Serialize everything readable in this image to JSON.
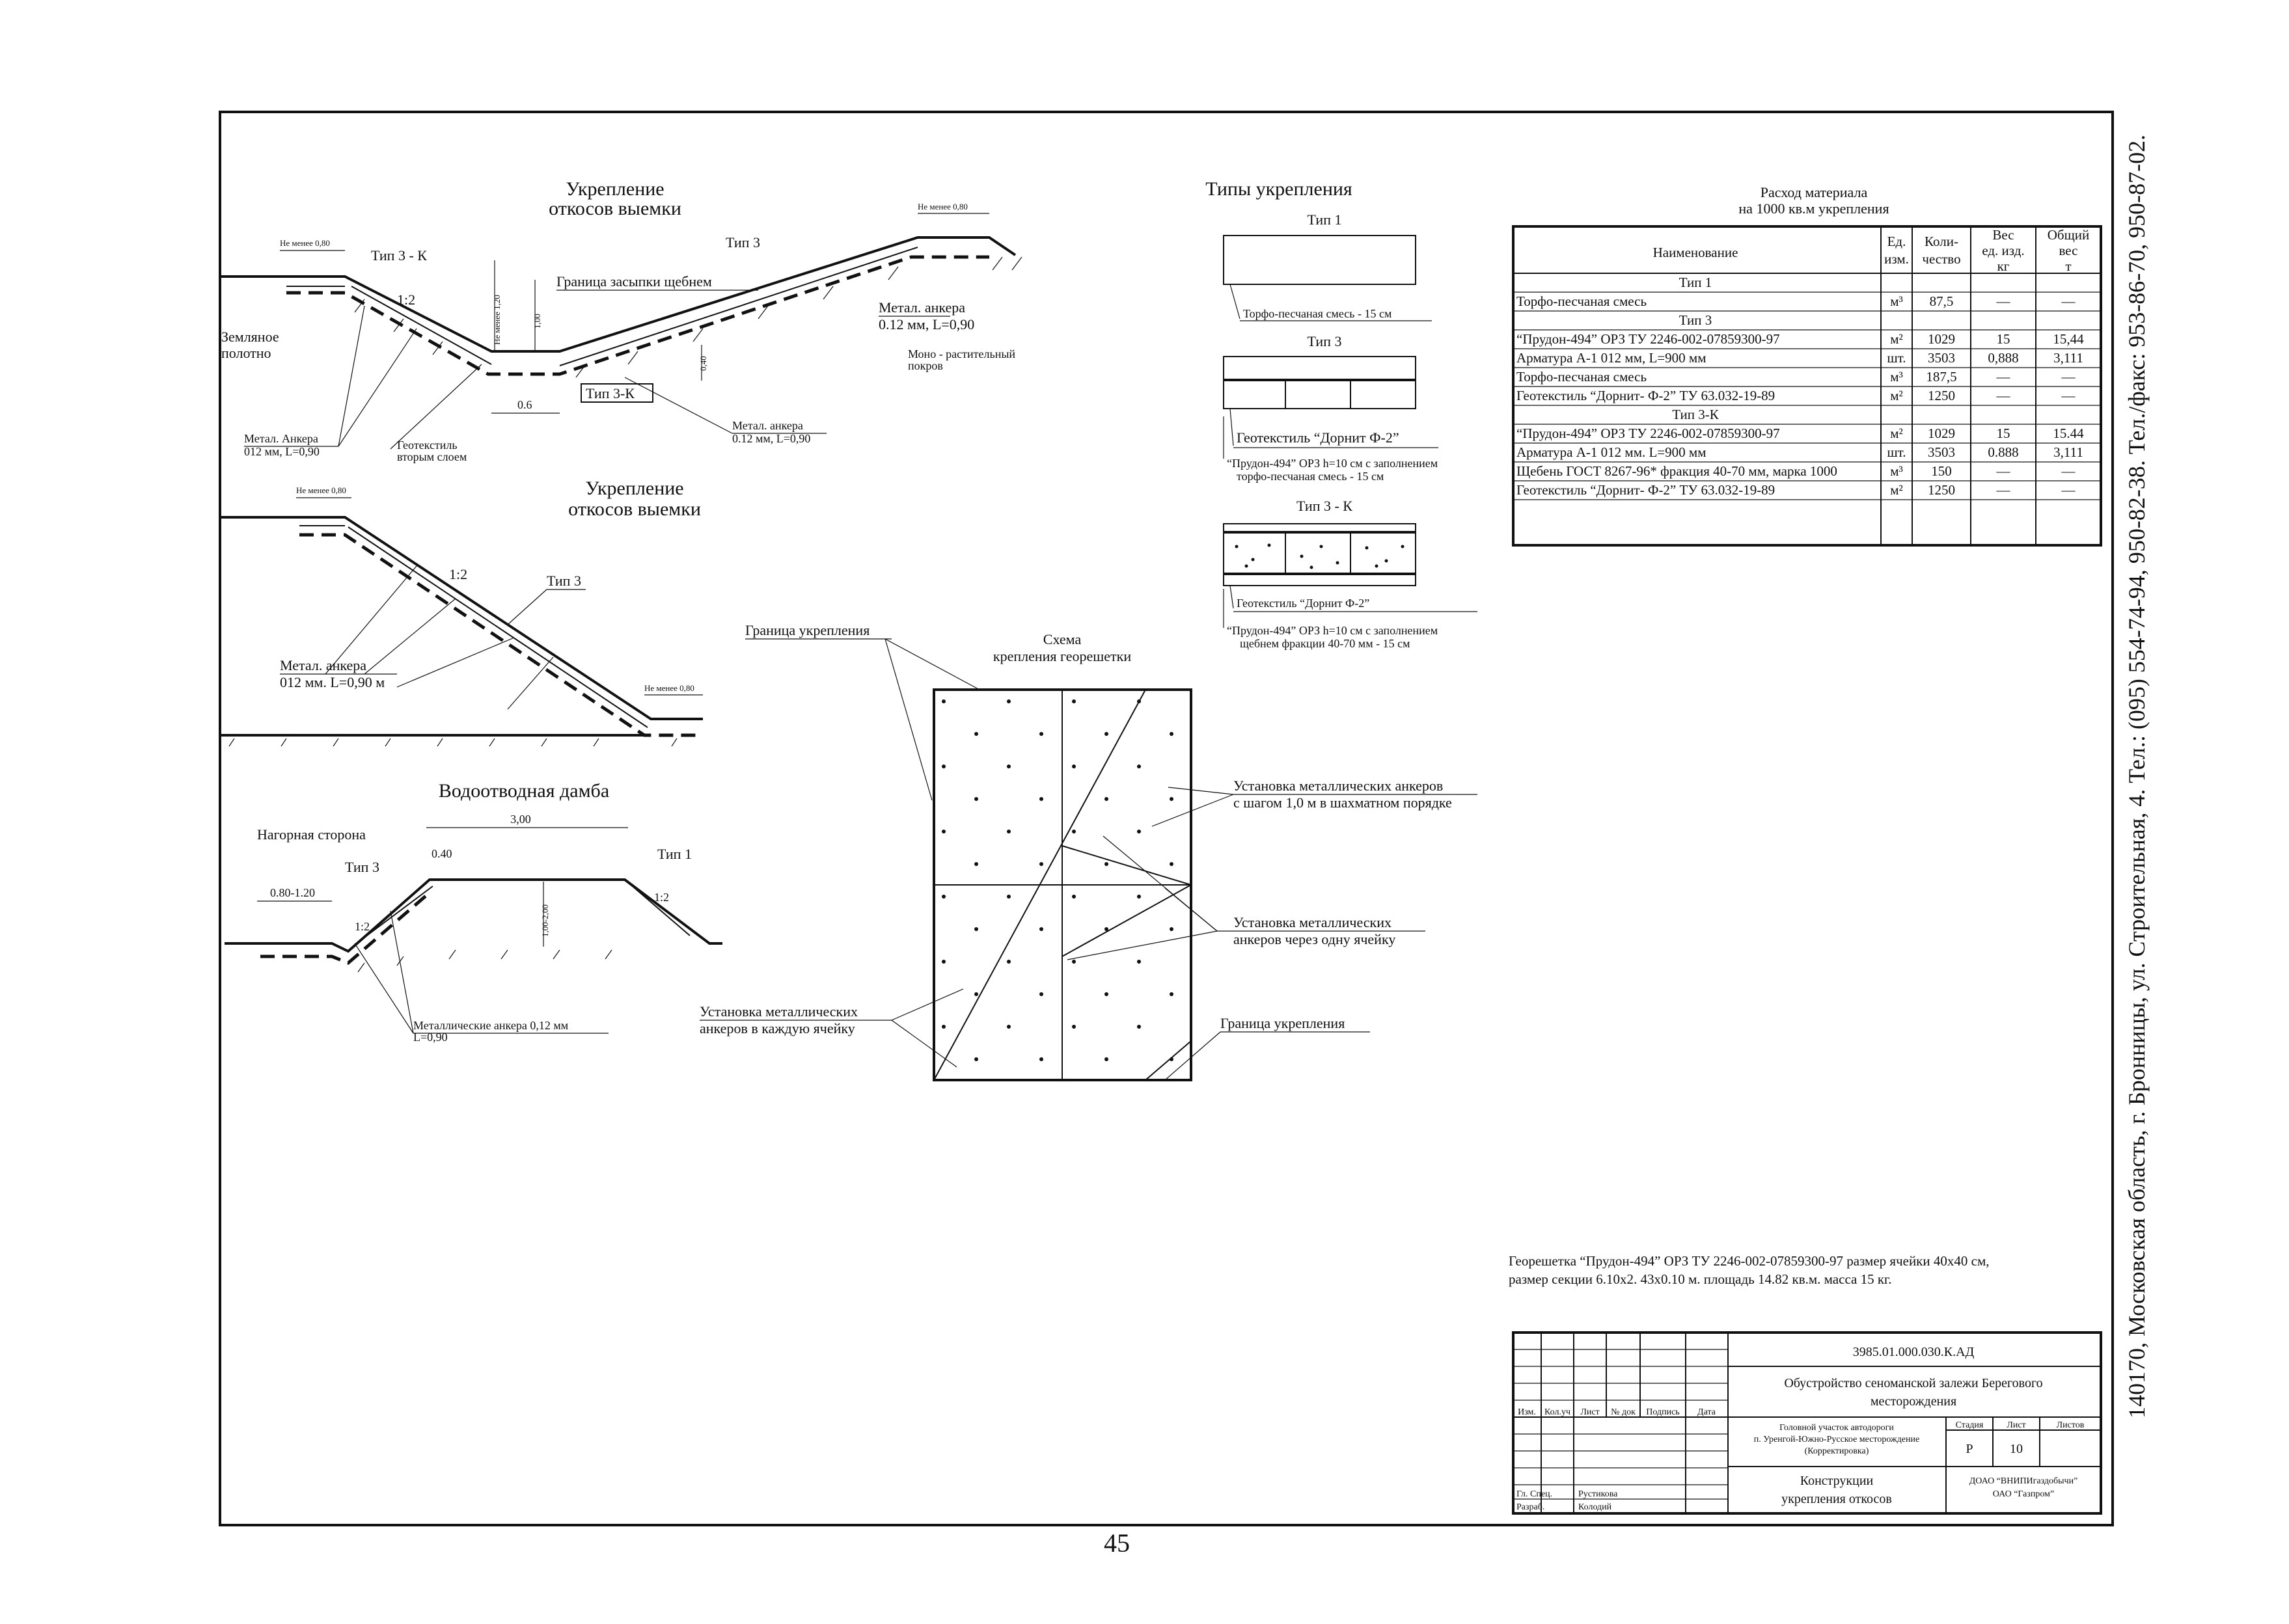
{
  "sheet": {
    "page_number": "45",
    "side_address": "140170, Московская область, г. Бронницы, ул. Строительная, 4. Тел.: (095) 554-74-94, 950-82-38. Тел./факс: 953-86-70, 950-87-02.",
    "footnote_line1": "Георешетка “Прудон-494” ОРЗ ТУ 2246-002-07859300-97 размер ячейки  40х40 см,",
    "footnote_line2": "размер секции 6.10х2. 43х0.10 м. площадь 14.82 кв.м.  масса 15 кг."
  },
  "section1": {
    "title1": "Укрепление",
    "title2": "откосов  выемки",
    "min080_left": "Не менее 0,80",
    "min080_right": "Не менее 0,80",
    "type3k": "Тип 3 - К",
    "type3": "Тип 3",
    "boundary_fill": "Граница засыпки щебнем",
    "slope": "1:2",
    "earth1": "Земляное",
    "earth2": "полотно",
    "dim_120": "Не менее 1,20",
    "dim_100": "1,00",
    "dim_040": "0,40",
    "dim_06": "0.6",
    "type3k_bottom": "Тип 3-К",
    "anchor_left1": "Метал. Анкера",
    "anchor_left2": "012 мм, L=0,90",
    "geotex1": "Геотекстиль",
    "geotex2": "вторым слоем",
    "anchor_mid1": "Метал. анкера",
    "anchor_mid2": "0.12 мм, L=0,90",
    "anchor_right1": "Метал. анкера",
    "anchor_right2": "0.12 мм, L=0,90",
    "mono1": "Моно - растительный",
    "mono2": "покров"
  },
  "section2": {
    "title1": "Укрепление",
    "title2": "откосов  выемки",
    "min080_top": "Не менее 0,80",
    "min080_bottom": "Не менее 0,80",
    "slope": "1:2",
    "type3": "Тип 3",
    "anchor1": "Метал. анкера",
    "anchor2": "012 мм. L=0,90 м"
  },
  "section3": {
    "title": "Водоотводная  дамба",
    "upland": "Нагорная сторона",
    "dim_300": "3,00",
    "dim_040": "0.40",
    "dim_080_120": "0.80-1.20",
    "dim_height": "1,00-2,00",
    "type3": "Тип 3",
    "type1": "Тип 1",
    "slope_left": "1:2",
    "slope_right": "1:2",
    "anchor1": "Металлические анкера 0,12 мм",
    "anchor2": "L=0,90"
  },
  "types": {
    "title": "Типы укрепления",
    "t1": "Тип 1",
    "t1_note": "Торфо-песчаная смесь - 15 см",
    "t3": "Тип  3",
    "t3_geo": "Геотекстиль  “Дорнит  Ф-2”",
    "t3_note1": "“Прудон-494”  ОРЗ   h=10 см с заполнением",
    "t3_note2": "торфо-песчаная смесь - 15 см",
    "t3k": "Тип  3 - К",
    "t3k_geo": "Геотекстиль  “Дорнит  Ф-2”",
    "t3k_note1": "“Прудон-494”  ОРЗ   h=10 см с заполнением",
    "t3k_note2": "щебнем фракции 40-70 мм - 15 см"
  },
  "scheme": {
    "title1": "Схема",
    "title2": "крепления георешетки",
    "boundary_top": "Граница укрепления",
    "boundary_bottom": "Граница укрепления",
    "staggered1": "Установка металлических анкеров",
    "staggered2": "с шагом 1,0 м в шахматном порядке",
    "every_other1": "Установка металлических",
    "every_other2": "анкеров через одну ячейку",
    "each1": "Установка металлических",
    "each2": "анкеров в каждую ячейку"
  },
  "materials": {
    "title1": "Расход материала",
    "title2": "на 1000 кв.м укрепления",
    "headers": {
      "name": "Наименование",
      "unit1": "Ед.",
      "unit2": "изм.",
      "qty1": "Коли-",
      "qty2": "чество",
      "wunit1": "Вес",
      "wunit2": "ед. изд.",
      "wunit3": "кг",
      "wtotal1": "Общий",
      "wtotal2": "вес",
      "wtotal3": "т"
    },
    "groups": [
      {
        "title": "Тип 1",
        "rows": [
          {
            "name": "Торфо-песчаная смесь",
            "unit": "м³",
            "qty": "87,5",
            "w": "—",
            "total": "—"
          }
        ]
      },
      {
        "title": "Тип 3",
        "rows": [
          {
            "name": "“Прудон-494” ОРЗ ТУ 2246-002-07859300-97",
            "unit": "м²",
            "qty": "1029",
            "w": "15",
            "total": "15,44"
          },
          {
            "name": "Арматура А-1 012 мм, L=900 мм",
            "unit": "шт.",
            "qty": "3503",
            "w": "0,888",
            "total": "3,111"
          },
          {
            "name": "Торфо-песчаная смесь",
            "unit": "м³",
            "qty": "187,5",
            "w": "—",
            "total": "—"
          },
          {
            "name": "Геотекстиль “Дорнит- Ф-2” ТУ 63.032-19-89",
            "unit": "м²",
            "qty": "1250",
            "w": "—",
            "total": "—"
          }
        ]
      },
      {
        "title": "Тип 3-К",
        "rows": [
          {
            "name": "“Прудон-494” ОРЗ ТУ 2246-002-07859300-97",
            "unit": "м²",
            "qty": "1029",
            "w": "15",
            "total": "15.44"
          },
          {
            "name": "Арматура А-1 012 мм. L=900 мм",
            "unit": "шт.",
            "qty": "3503",
            "w": "0.888",
            "total": "3,111"
          },
          {
            "name": "Щебень ГОСТ 8267-96* фракция 40-70 мм, марка 1000",
            "unit": "м³",
            "qty": "150",
            "w": "—",
            "total": "—"
          },
          {
            "name": "Геотекстиль “Дорнит- Ф-2” ТУ 63.032-19-89",
            "unit": "м²",
            "qty": "1250",
            "w": "—",
            "total": "—"
          }
        ]
      }
    ]
  },
  "stamp": {
    "code": "3985.01.000.030.К.АД",
    "project1": "Обустройство сеноманской залежи Берегового",
    "project2": "месторождения",
    "object1": "Головной участок автодороги",
    "object2": "п. Уренгой-Южно-Русское месторождение",
    "object3": "(Корректировка)",
    "stage_hdr": "Стадия",
    "sheet_hdr": "Лист",
    "sheets_hdr": "Листов",
    "stage": "Р",
    "sheet": "10",
    "title1": "Конструкции",
    "title2": "укрепления откосов",
    "org1": "ДОАО “ВНИПИгаздобычи”",
    "org2": "ОАО “Газпром”",
    "col_izm": "Изм.",
    "col_kol": "Кол.уч",
    "col_list": "Лист",
    "col_doc": "№ док",
    "col_sign": "Подпись",
    "col_date": "Дата",
    "role1": "Гл. Спец.",
    "person1": "Рустикова",
    "role2": "Разраб.",
    "person2": "Колодий"
  }
}
